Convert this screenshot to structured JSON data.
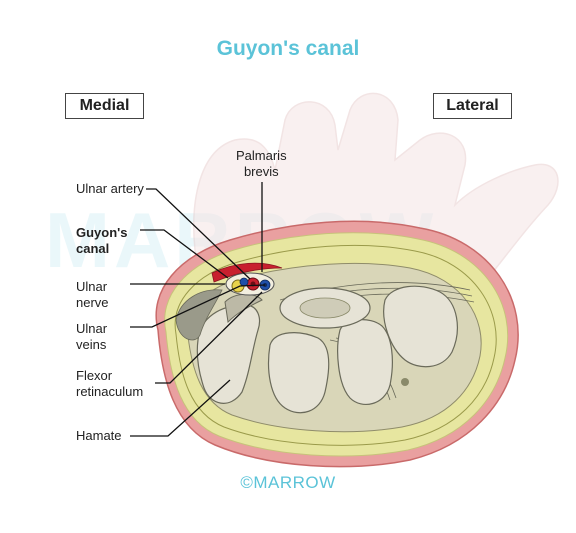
{
  "title": "Guyon's canal",
  "orientation": {
    "medial": "Medial",
    "lateral": "Lateral"
  },
  "labels": {
    "palmaris_brevis": "Palmaris\nbrevis",
    "ulnar_artery": "Ulnar artery",
    "guyons_canal": "Guyon's\ncanal",
    "ulnar_nerve": "Ulnar\nnerve",
    "ulnar_veins": "Ulnar\nveins",
    "flexor_retinaculum": "Flexor\nretinaculum",
    "hamate": "Hamate"
  },
  "watermark": "MARROW",
  "copyright": "©MARROW",
  "colors": {
    "title": "#5bc3d8",
    "artery": "#c8202e",
    "vein": "#1f4fa8",
    "nerve": "#e8d24a",
    "bone": "#e6e3d6",
    "fat": "#e7e6a0",
    "skin": "#e9a0a0"
  }
}
